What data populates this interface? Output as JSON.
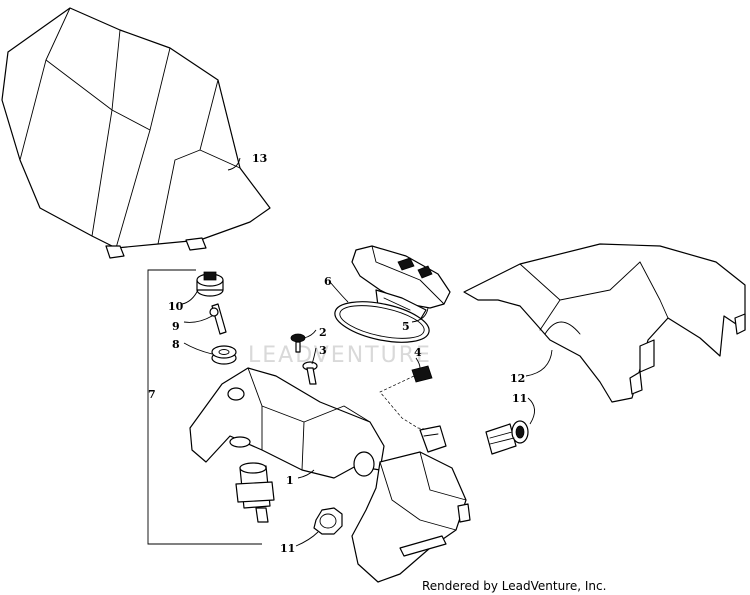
{
  "diagram": {
    "watermark": "LEADVENTURE",
    "credit": "Rendered by LeadVenture, Inc.",
    "callouts": {
      "c1": "1",
      "c2": "2",
      "c3": "3",
      "c4": "4",
      "c5": "5",
      "c6": "6",
      "c7": "7",
      "c8": "8",
      "c9": "9",
      "c10": "10",
      "c11a": "11",
      "c11b": "11",
      "c12": "12",
      "c13": "13"
    }
  }
}
